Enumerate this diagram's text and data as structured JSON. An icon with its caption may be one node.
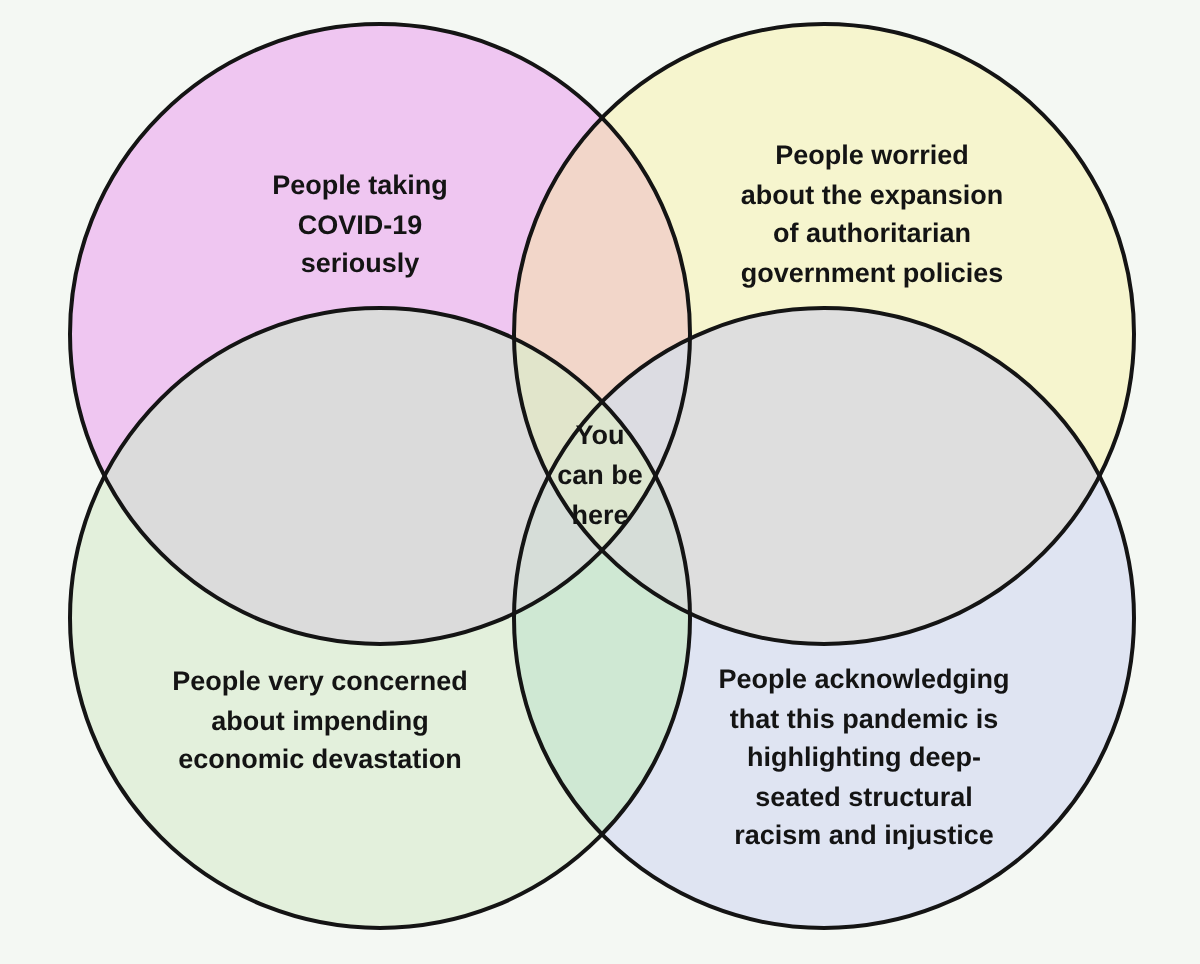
{
  "diagram": {
    "nodes": [
      {
        "text": [
          "People taking COVID-19 seriously"
        ]
      },
      {
        "text": [
          "People worried about the expansion of authoritarian government policies"
        ]
      },
      {
        "text": [
          "People very concerned about impending economic devastation"
        ]
      },
      {
        "text": [
          "People acknowledging that this pandemic is highlighting deep-seated structural racism and injustice"
        ]
      }
    ],
    "labels": [
      "You can be here"
    ]
  }
}
